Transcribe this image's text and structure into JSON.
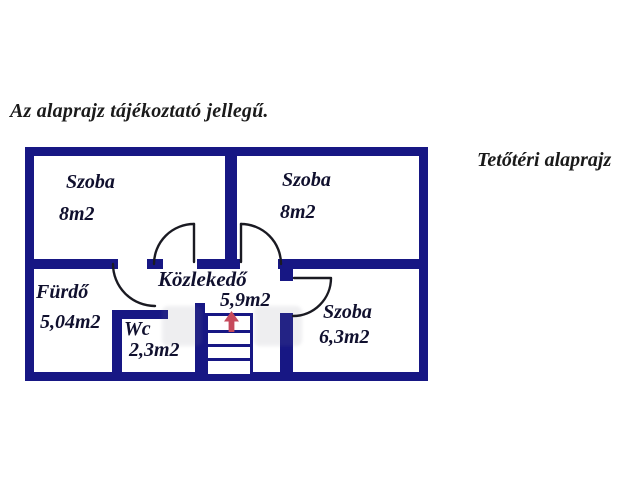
{
  "page": {
    "disclaimer": "Az alaprajz tájékoztató jellegű.",
    "plan_title": "Tetőtéri alaprajz"
  },
  "floor_plan": {
    "rooms": [
      {
        "name": "Szoba",
        "area": "8m2",
        "position": "top-left"
      },
      {
        "name": "Szoba",
        "area": "8m2",
        "position": "top-middle"
      },
      {
        "name": "Fürdő",
        "area": "5,04m2",
        "position": "middle-left"
      },
      {
        "name": "Közlekedő",
        "area": "5,9m2",
        "position": "center-hall"
      },
      {
        "name": "Wc",
        "area": "2,3m2",
        "position": "bottom-center-left"
      },
      {
        "name": "Szoba",
        "area": "6,3m2",
        "position": "bottom-right"
      }
    ],
    "stairs": {
      "direction_icon": "up-arrow"
    },
    "colors": {
      "wall": "#171784",
      "door": "#1a1a22",
      "arrow": "#c64a5c",
      "text": "#10102e",
      "heading": "#1a1a1a",
      "watermark": "#7d7d8c"
    }
  }
}
